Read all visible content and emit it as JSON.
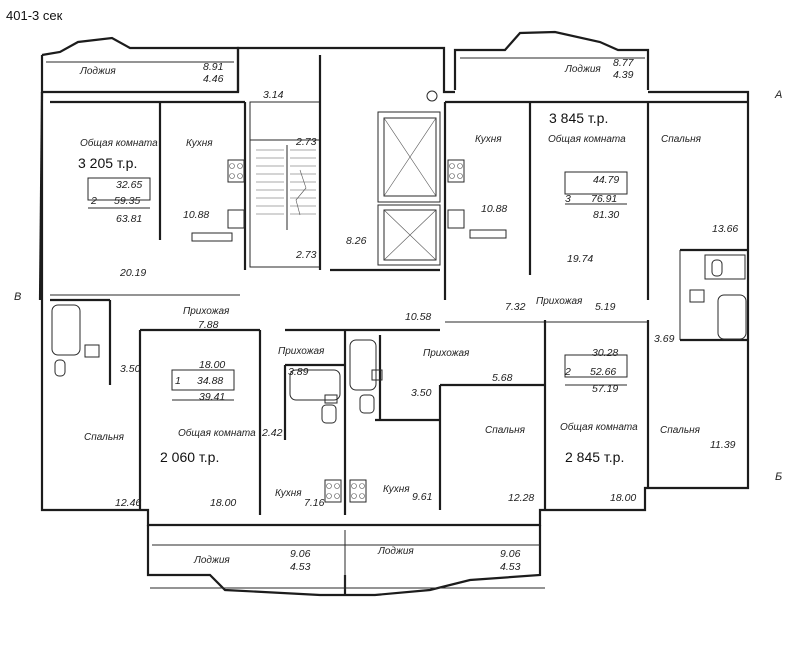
{
  "header": "401-3 сек",
  "labels": {
    "loggia": "Лоджия",
    "kitchen": "Кухня",
    "living": "Общая комната",
    "bedroom": "Спальня",
    "hall": "Прихожая"
  },
  "apartments": {
    "a1": {
      "price": "3 205 т.р.",
      "rooms": "2",
      "living": "32.65",
      "total": "59.35",
      "with_loggia": "63.81"
    },
    "a2": {
      "price": "3 845 т.р.",
      "rooms": "3",
      "living": "44.79",
      "total": "76.91",
      "with_loggia": "81.30"
    },
    "a3": {
      "price": "2 060 т.р.",
      "rooms": "1",
      "living": "18.00",
      "total": "34.88",
      "with_loggia": "39.41"
    },
    "a4": {
      "price": "2 845 т.р.",
      "rooms": "2",
      "living": "30.28",
      "total": "52.66",
      "with_loggia": "57.19"
    }
  },
  "areas": {
    "loggia_tl_a": "8.91",
    "loggia_tl_b": "4.46",
    "loggia_tr_a": "8.77",
    "loggia_tr_b": "4.39",
    "loggia_bl_a": "9.06",
    "loggia_bl_b": "4.53",
    "loggia_br_a": "9.06",
    "loggia_br_b": "4.53",
    "a1_kitchen": "10.88",
    "a1_living": "20.19",
    "a1_hall": "7.88",
    "a1_bath": "3.50",
    "a1_bedroom": "12.46",
    "stair_top": "3.14",
    "stair_a": "2.73",
    "stair_b": "2.73",
    "elev_hall": "8.26",
    "corridor": "10.58",
    "a2_kitchen": "10.88",
    "a2_living": "19.74",
    "a2_hall_a": "7.32",
    "a2_hall_b": "5.19",
    "a2_bed1": "13.66",
    "a2_bath": "3.69",
    "a2_bed2": "11.39",
    "a3_bath": "3.89",
    "a3_hall": "2.42",
    "a3_living": "18.00",
    "a3_kitchen": "7.16",
    "a4_bath": "3.50",
    "a4_kitchen": "9.61",
    "a4_hall": "5.68",
    "a4_bedroom": "12.28",
    "a4_living": "18.00"
  },
  "axis": {
    "a": "A",
    "b": "Б",
    "v": "В"
  }
}
